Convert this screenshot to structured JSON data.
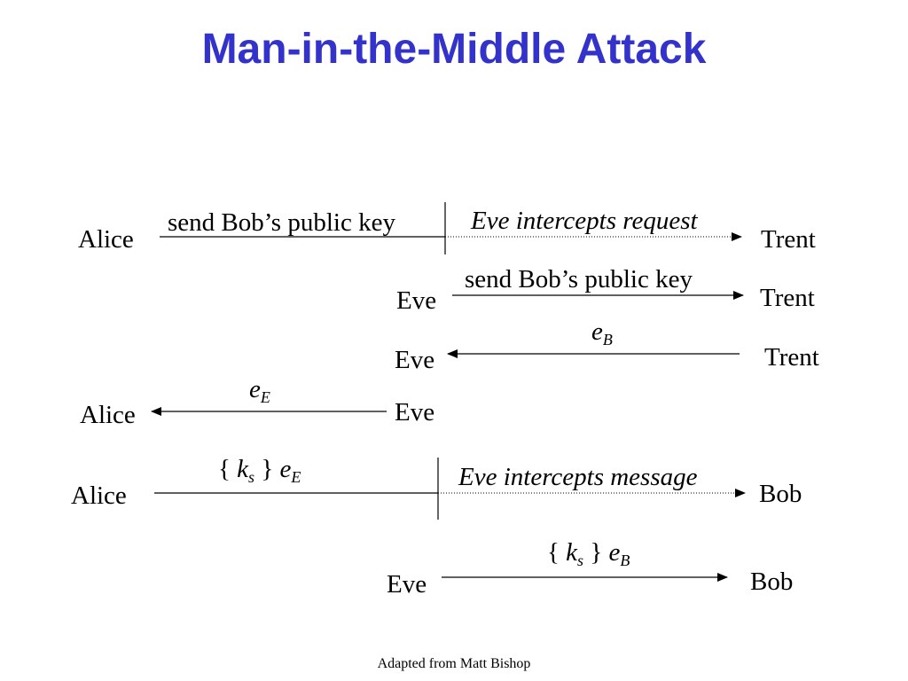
{
  "title": "Man-in-the-Middle Attack",
  "footer": "Adapted from Matt Bishop",
  "rows": [
    {
      "left": "Alice",
      "right": "Trent",
      "message": "send Bob’s public key",
      "intercept": "Eve intercepts request"
    },
    {
      "left": "Eve",
      "right": "Trent",
      "message": "send Bob’s public key"
    },
    {
      "left": "Eve",
      "right": "Trent",
      "message_base": "e",
      "message_sub": "B"
    },
    {
      "left": "Alice",
      "right": "Eve",
      "message_base": "e",
      "message_sub": "E"
    },
    {
      "left": "Alice",
      "right": "Bob",
      "message_pre": "{ ",
      "message_k": "k",
      "message_ksub": "s",
      "message_mid": " } ",
      "message_e": "e",
      "message_esub": "E",
      "intercept": "Eve intercepts message"
    },
    {
      "left": "Eve",
      "right": "Bob",
      "message_pre": "{ ",
      "message_k": "k",
      "message_ksub": "s",
      "message_mid": " } ",
      "message_e": "e",
      "message_esub": "B"
    }
  ]
}
